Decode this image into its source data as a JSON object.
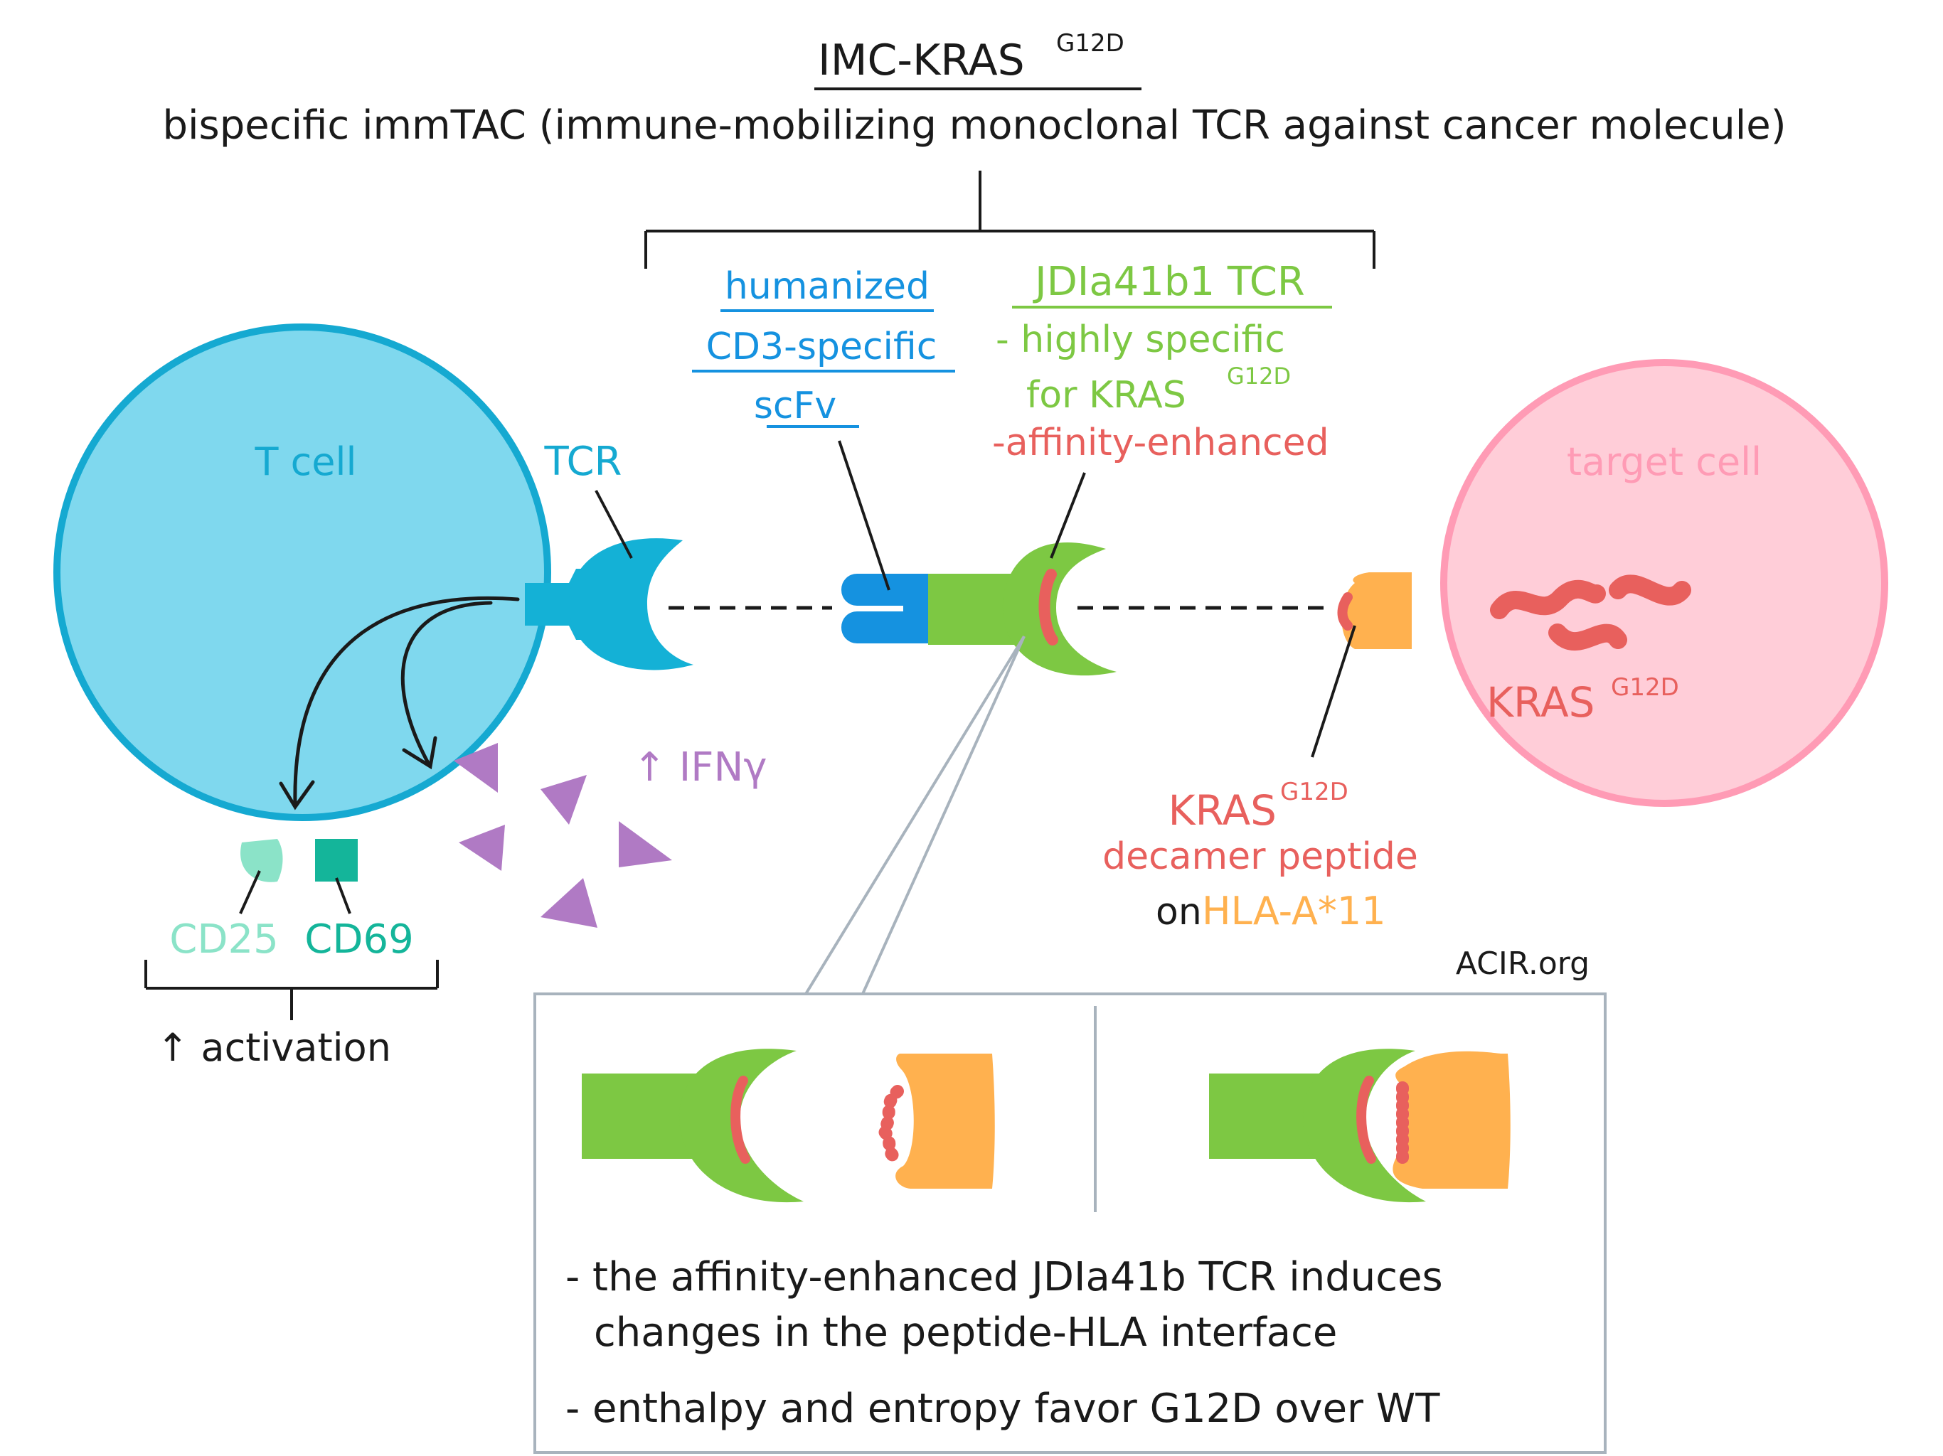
{
  "title": {
    "main": "IMC-KRAS",
    "superscript": "G12D",
    "subtitle": "bispecific immTAC (immune-mobilizing monoclonal TCR against cancer molecule)"
  },
  "scfv": {
    "line1": "humanized",
    "line2": "CD3-specific",
    "line3": "scFv"
  },
  "tcr_desc": {
    "heading": "JDIa41b1 TCR",
    "bullet1_a": "- highly specific",
    "bullet1_b": "for KRAS",
    "bullet1_sup": "G12D",
    "bullet2": "-affinity-enhanced"
  },
  "t_cell": {
    "label": "T cell",
    "tcr_label": "TCR",
    "cd25": "CD25",
    "cd69": "CD69",
    "activation": "↑ activation",
    "ifn": "↑ IFNγ"
  },
  "target_cell": {
    "label": "target cell",
    "kras": "KRAS",
    "kras_sup": "G12D"
  },
  "peptide": {
    "kras": "KRAS",
    "kras_sup": "G12D",
    "line2": "decamer peptide",
    "on": "on",
    "hla": "HLA-A*11"
  },
  "credit": "ACIR.org",
  "inset": {
    "bullet1_a": "- the affinity-enhanced JDIa41b TCR induces",
    "bullet1_b": "changes in the peptide-HLA interface",
    "bullet2": "- enthalpy and entropy favor G12D over WT"
  },
  "colors": {
    "t_cell_fill": "#7fd8ee",
    "t_cell_stroke": "#15a9d1",
    "tcr": "#14b1d6",
    "scfv_blue": "#1592e0",
    "tcr_green": "#7dc843",
    "peptide_red": "#e8605d",
    "hla_orange": "#ffb14f",
    "target_fill": "#ffcdd8",
    "target_stroke": "#ff9bb5",
    "ifn_purple": "#b07ac4",
    "cd25": "#8be3c8",
    "cd69": "#14b59a",
    "inset_border": "#a8b3bd"
  }
}
